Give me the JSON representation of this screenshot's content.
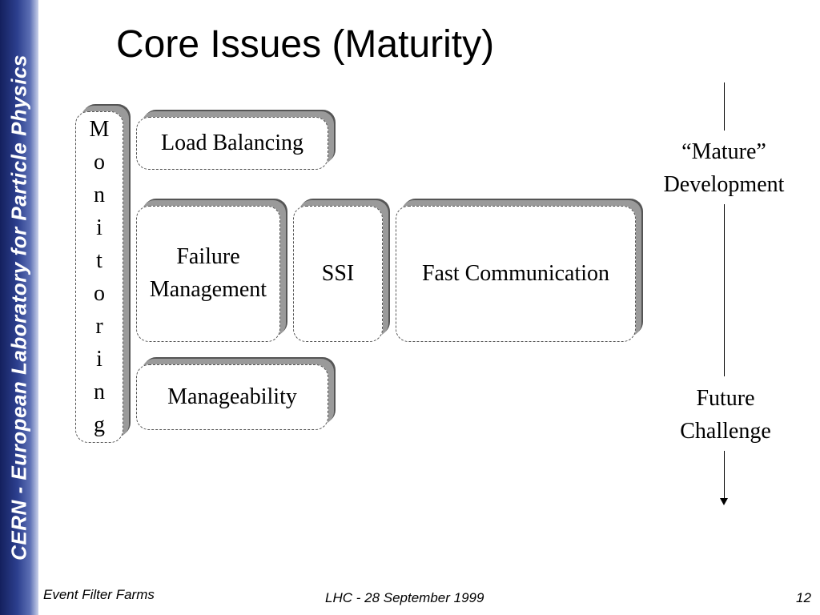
{
  "sidebar": {
    "text": "CERN - European Laboratory for Particle Physics"
  },
  "title": "Core Issues (Maturity)",
  "diagram": {
    "monitoring_letters": [
      "M",
      "o",
      "n",
      "i",
      "t",
      "o",
      "r",
      "i",
      "n",
      "g"
    ],
    "load_balancing": "Load Balancing",
    "failure_management": [
      "Failure",
      "Management"
    ],
    "ssi": "SSI",
    "fast_communication": "Fast Communication",
    "manageability": "Manageability",
    "scale_top": [
      "“Mature”",
      "Development"
    ],
    "scale_bottom": [
      "Future",
      "Challenge"
    ]
  },
  "footer": {
    "left": "Event Filter Farms",
    "center": "LHC - 28 September 1999",
    "page_number": "12"
  },
  "colors": {
    "sidebar_dark": "#14205e",
    "sidebar_light": "#c9d1ea",
    "box_shadow": "#9a9a9a"
  }
}
